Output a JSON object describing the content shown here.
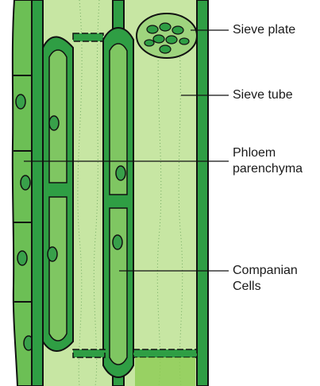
{
  "labels": {
    "sieve_plate": "Sieve plate",
    "sieve_tube": "Sieve tube",
    "phloem_parenchyma_line1": "Phloem",
    "phloem_parenchyma_line2": "parenchyma",
    "companion_cells_line1": "Companian",
    "companion_cells_line2": "Cells"
  },
  "colors": {
    "cell_wall": "#2f9e44",
    "outline": "#111111",
    "light_fill": "#c7e6a3",
    "mid_fill": "#7fc662",
    "nucleus": "#38a04a",
    "background": "#ffffff"
  }
}
